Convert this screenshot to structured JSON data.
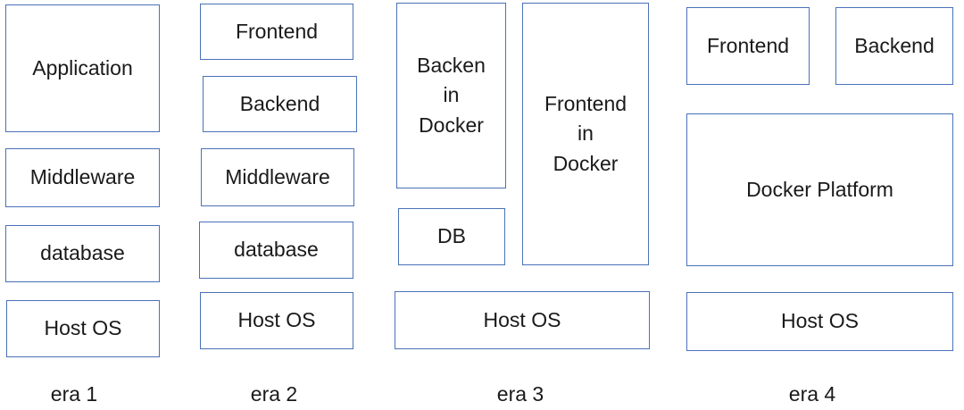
{
  "era1": {
    "application": "Application",
    "middleware": "Middleware",
    "database": "database",
    "host_os": "Host OS",
    "label": "era 1"
  },
  "era2": {
    "frontend": "Frontend",
    "backend": "Backend",
    "middleware": "Middleware",
    "database": "database",
    "host_os": "Host OS",
    "label": "era 2"
  },
  "era3": {
    "backend_docker": "Backen\nin\nDocker",
    "frontend_docker": "Frontend\nin\nDocker",
    "db": "DB",
    "host_os": "Host OS",
    "label": "era 3"
  },
  "era4": {
    "frontend": "Frontend",
    "backend": "Backend",
    "docker_platform": "Docker Platform",
    "host_os": "Host OS",
    "label": "era 4"
  },
  "colors": {
    "box_border": "#4a72b8"
  }
}
